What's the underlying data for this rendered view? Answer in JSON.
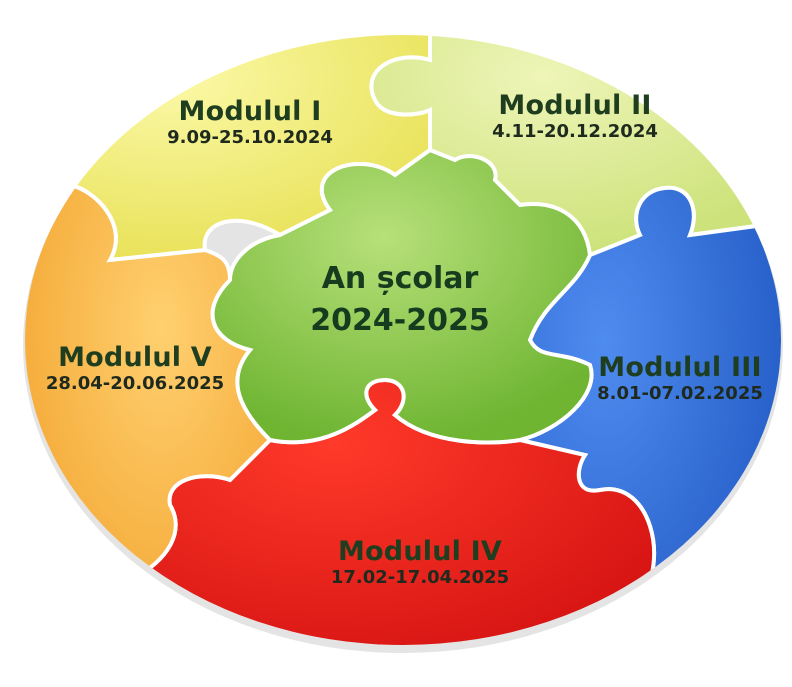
{
  "center": {
    "line1": "An școlar",
    "line2": "2024-2025",
    "color": "#8cc63f"
  },
  "modules": [
    {
      "title": "Modulul I",
      "dates": "9.09-25.10.2024",
      "color": "#f1ef7a"
    },
    {
      "title": "Modulul II",
      "dates": "4.11-20.12.2024",
      "color": "#dbe98b"
    },
    {
      "title": "Modulul III",
      "dates": "8.01-07.02.2025",
      "color": "#2f6fd6"
    },
    {
      "title": "Modulul IV",
      "dates": "17.02-17.04.2025",
      "color": "#e61c1c"
    },
    {
      "title": "Modulul V",
      "dates": "28.04-20.06.2025",
      "color": "#f5b238"
    }
  ]
}
